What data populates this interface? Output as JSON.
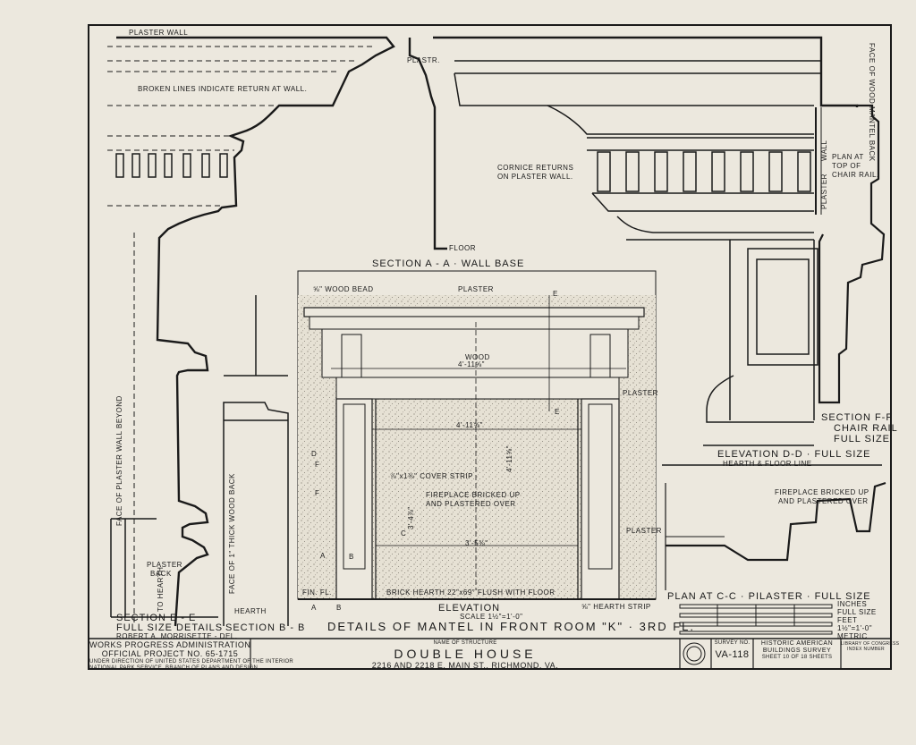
{
  "drawing": {
    "title": "DETAILS OF MANTEL IN FRONT ROOM \"K\" · 3RD FL.",
    "labels": {
      "plaster_wall": "PLASTER WALL",
      "plaster_top": "PLASTR.",
      "broken_lines": "BROKEN LINES INDICATE RETURN AT WALL.",
      "cornice_returns_1": "CORNICE RETURNS",
      "cornice_returns_2": "ON PLASTER WALL.",
      "floor": "FLOOR",
      "section_a": "SECTION A - A · WALL BASE",
      "wood_bead": "⅝\" WOOD BEAD",
      "plaster_center": "PLASTER",
      "wood": "WOOD",
      "dim_4_11": "4'-11⅝\"",
      "plaster_right": "PLASTER",
      "dim_4_11b": "4'-11⅝\"",
      "dim_4_11v": "4'-11⅝\"",
      "cover_strip": "⅞\"x1⅜\" COVER STRIP",
      "fireplace_1": "FIREPLACE BRICKED UP",
      "fireplace_2": "AND PLASTERED OVER",
      "dim_3_5": "3'-5⅜\"",
      "dim_3_4": "3'-4⅞\"",
      "plaster_lower": "PLASTER",
      "brick_hearth": "BRICK HEARTH 22\"x69\" FLUSH WITH FLOOR",
      "hearth_strip": "⅝\" HEARTH STRIP",
      "elevation": "ELEVATION",
      "elevation_scale": "SCALE 1½\"=1'-0\"",
      "fin_fl": "FIN. FL.",
      "face_plaster_wall": "FACE OF PLASTER WALL BEYOND",
      "face_1_wood": "FACE OF 1\" THICK WOOD BACK",
      "plaster_back_1": "PLASTER",
      "plaster_back_2": "BACK",
      "to_hearth": "TO HEARTH",
      "hearth": "HEARTH",
      "section_e": "SECTION E - E",
      "full_size_details": "FULL SIZE DETAILS",
      "delineator": "ROBERT A. MORRISETTE - DEL.",
      "section_b": "SECTION B - B",
      "face_wood_mantel": "FACE OF WOOD MANTEL BACK",
      "plan_top_1": "PLAN AT",
      "plan_top_2": "TOP OF",
      "plan_top_3": "CHAIR RAIL.",
      "wall": "WALL",
      "plaster_vert": "PLASTER",
      "section_f_1": "SECTION F-F",
      "section_f_2": "CHAIR RAIL",
      "section_f_3": "FULL SIZE",
      "elevation_d": "ELEVATION D-D · FULL SIZE",
      "hearth_floor": "HEARTH & FLOOR LINE",
      "fireplace_r1": "FIREPLACE BRICKED UP",
      "fireplace_r2": "AND PLASTERED OVER",
      "plan_c": "PLAN AT C-C · PILASTER · FULL SIZE",
      "inches": "INCHES",
      "full_size": "FULL SIZE",
      "feet": "FEET",
      "scale_1": "1½\"=1'-0\"",
      "metric": "METRIC",
      "marker_e": "E",
      "marker_d": "D",
      "marker_f": "F",
      "marker_c": "C",
      "marker_b": "B",
      "marker_a": "A"
    }
  },
  "title_block": {
    "wpa_1": "WORKS PROGRESS ADMINISTRATION",
    "wpa_2": "OFFICIAL PROJECT NO. 65-1715",
    "wpa_3": "UNDER DIRECTION OF UNITED STATES DEPARTMENT OF THE INTERIOR",
    "wpa_4": "NATIONAL PARK SERVICE, BRANCH OF PLANS AND DESIGN",
    "name_label": "NAME OF STRUCTURE",
    "name": "DOUBLE HOUSE",
    "address": "2216 AND 2218 E. MAIN ST., RICHMOND, VA.",
    "survey_label": "SURVEY NO.",
    "survey_no": "VA-118",
    "habs_1": "HISTORIC AMERICAN",
    "habs_2": "BUILDINGS SURVEY",
    "sheet": "SHEET 10 OF 18 SHEETS",
    "lib_1": "LIBRARY OF CONGRESS",
    "lib_2": "INDEX NUMBER"
  },
  "colors": {
    "paper": "#ece8de",
    "ink": "#1a1a1a",
    "stipple": "#8a857a"
  }
}
